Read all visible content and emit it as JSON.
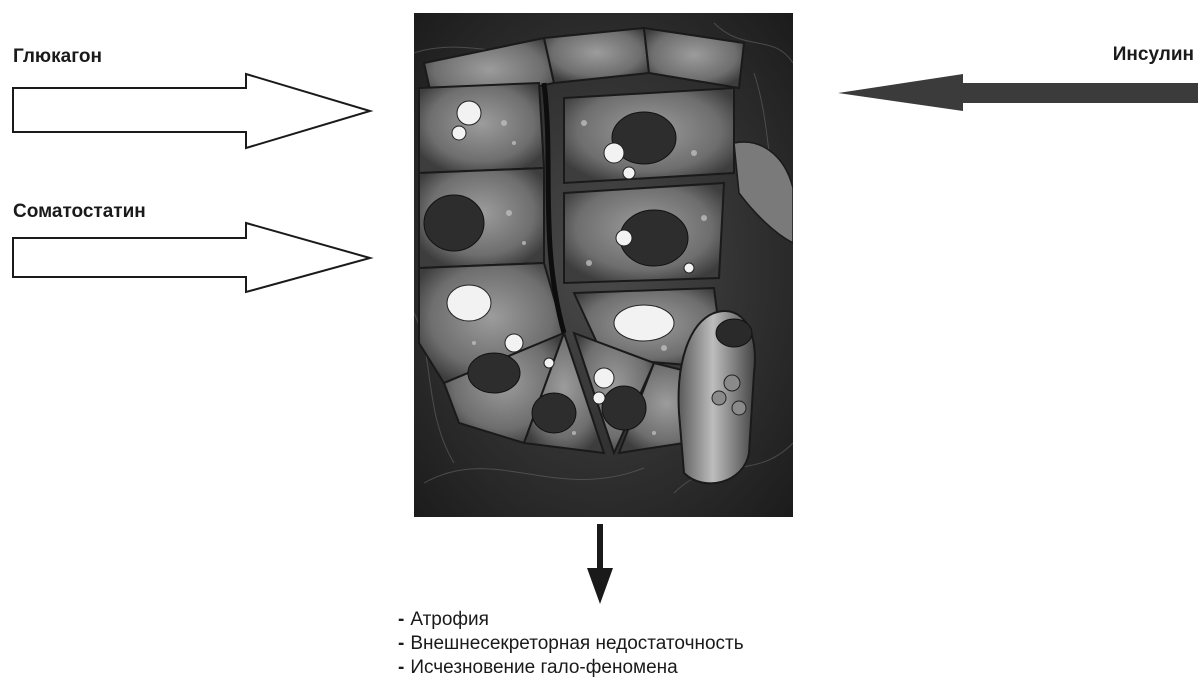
{
  "hormones": {
    "glucagon": "Глюкагон",
    "somatostatin": "Соматостатин",
    "insulin": "Инсулин"
  },
  "effects": [
    "Атрофия",
    "Внешнесекреторная недостаточность",
    "Исчезновение гало-феномена"
  ],
  "colors": {
    "outline_arrow_stroke": "#1a1a1a",
    "outline_arrow_fill": "#ffffff",
    "insulin_arrow_fill": "#3b3b3b",
    "text": "#1a1a1a"
  }
}
